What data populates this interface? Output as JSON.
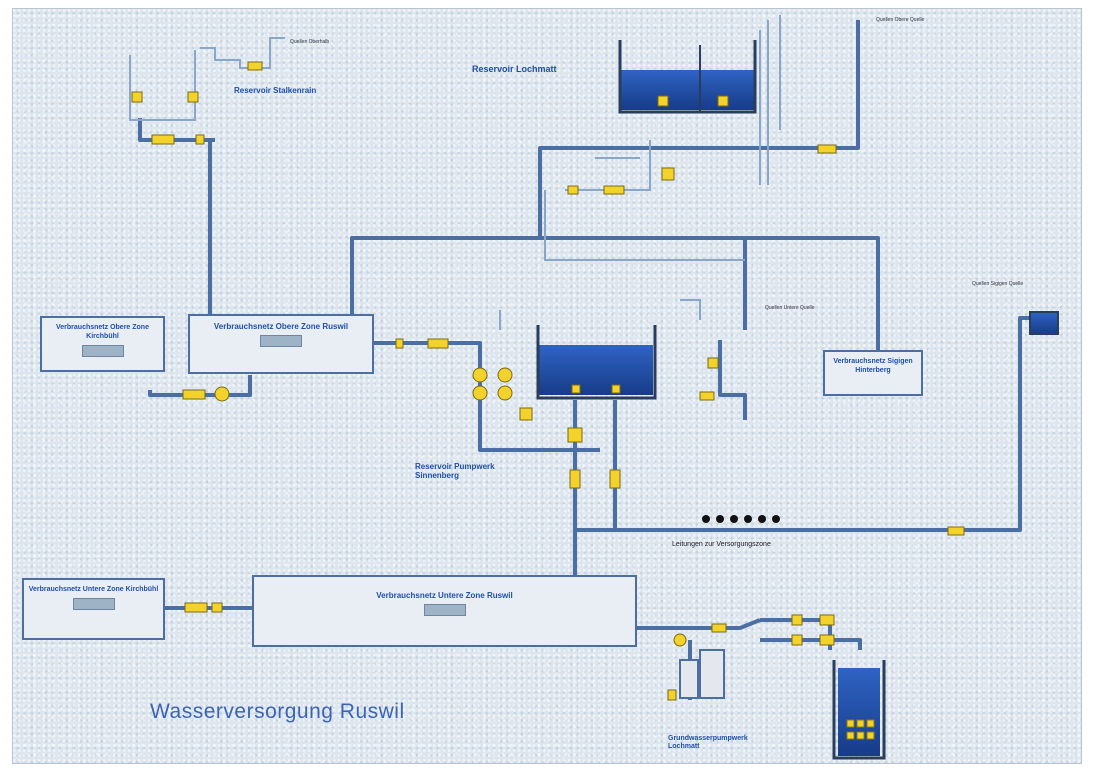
{
  "diagram": {
    "title": "Wasserversorgung Ruswil",
    "labels": {
      "reservoir_top_left": "Reservoir Stalkenrain",
      "reservoir_top_right": "Reservoir Lochmatt",
      "pump_station": "Reservoir Pumpwerk Sinnenberg",
      "line_bottom": "Leitungen zur Versorgungszone",
      "well_station": "Grundwasserpumpwerk Lochmatt",
      "source_top_right": "Quellen Obere Quelle",
      "source_right": "Quellen Sigigen Quelle",
      "source_mid": "Quellen Untere Quelle",
      "source_top_left": "Quellen Oberhalb"
    },
    "zones": [
      {
        "id": "obere-zone-ruswil",
        "title": "Verbrauchsnetz Obere Zone Ruswil"
      },
      {
        "id": "obere-zone-kirchbuehl",
        "title": "Verbrauchsnetz Obere Zone Kirchbühl"
      },
      {
        "id": "untere-zone-ruswil",
        "title": "Verbrauchsnetz Untere Zone Ruswil"
      },
      {
        "id": "untere-zone-kirchbuehl",
        "title": "Verbrauchsnetz Untere Zone Kirchbühl"
      },
      {
        "id": "zone-right",
        "title": "Verbrauchsnetz Sigigen Hinterberg"
      }
    ],
    "colors": {
      "pipe": "#4b6fa3",
      "pipe_light": "#8aa6c8",
      "water": "#1f4fa8",
      "valve": "#f2d22b",
      "label": "#1f4fa8"
    }
  }
}
